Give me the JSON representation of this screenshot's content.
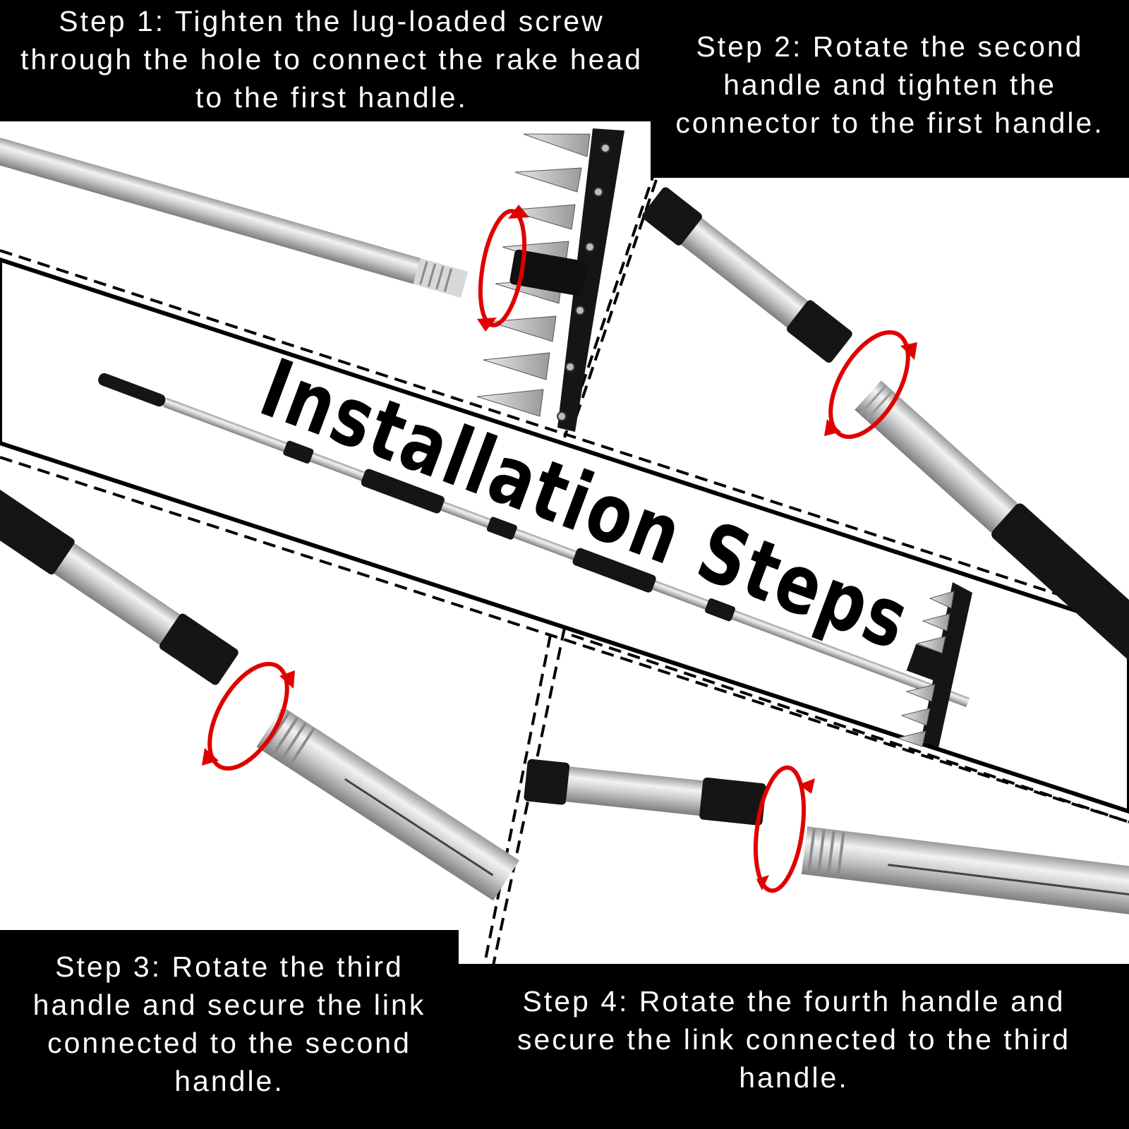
{
  "title": "Installation Steps",
  "steps": [
    {
      "label": "Step 1: Tighten the lug-loaded screw through the hole to connect the rake head to the first handle."
    },
    {
      "label": "Step 2: Rotate the second handle and tighten the connector to the first handle."
    },
    {
      "label": "Step 3: Rotate the third handle and secure the link connected to the second handle."
    },
    {
      "label": "Step 4: Rotate the fourth handle and secure the link connected to the third handle."
    }
  ],
  "colors": {
    "caption_bg": "#000000",
    "caption_text": "#ffffff",
    "arrow": "#e00000",
    "steel": "#c8c8c8",
    "grip": "#111111"
  },
  "icons": [
    "rotate-arrows-icon",
    "rake-head-icon"
  ]
}
